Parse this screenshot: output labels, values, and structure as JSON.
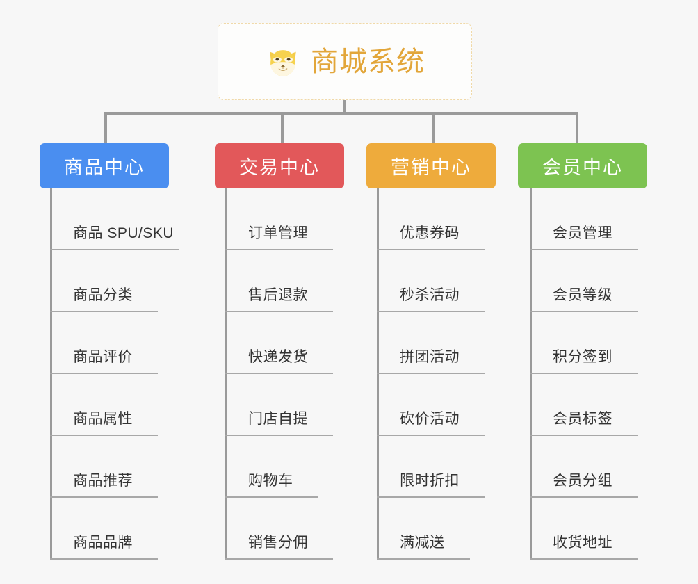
{
  "root": {
    "title": "商城系统",
    "icon": "shiba-dog-face-emoji",
    "text_color": "#e2a63a",
    "border_color": "#f0d9a8",
    "background": "#fdfdfc"
  },
  "canvas": {
    "background": "#f7f7f7",
    "connector_color": "#9a9a9a",
    "leaf_rule_color": "#a8a8a8",
    "leaf_text_color": "#333333"
  },
  "categories": [
    {
      "label": "商品中心",
      "color": "#4a8ef0",
      "width": 186,
      "items": [
        {
          "label": "商品 SPU/SKU",
          "rule_width": 186
        },
        {
          "label": "商品分类",
          "rule_width": 155
        },
        {
          "label": "商品评价",
          "rule_width": 155
        },
        {
          "label": "商品属性",
          "rule_width": 155
        },
        {
          "label": "商品推荐",
          "rule_width": 155
        },
        {
          "label": "商品品牌",
          "rule_width": 155
        }
      ]
    },
    {
      "label": "交易中心",
      "color": "#e2585a",
      "width": 186,
      "items": [
        {
          "label": "订单管理",
          "rule_width": 155
        },
        {
          "label": "售后退款",
          "rule_width": 155
        },
        {
          "label": "快递发货",
          "rule_width": 155
        },
        {
          "label": "门店自提",
          "rule_width": 155
        },
        {
          "label": "购物车",
          "rule_width": 134
        },
        {
          "label": "销售分佣",
          "rule_width": 155
        }
      ]
    },
    {
      "label": "营销中心",
      "color": "#eeab3c",
      "width": 186,
      "items": [
        {
          "label": "优惠券码",
          "rule_width": 155
        },
        {
          "label": "秒杀活动",
          "rule_width": 155
        },
        {
          "label": "拼团活动",
          "rule_width": 155
        },
        {
          "label": "砍价活动",
          "rule_width": 155
        },
        {
          "label": "限时折扣",
          "rule_width": 155
        },
        {
          "label": "满减送",
          "rule_width": 134
        }
      ]
    },
    {
      "label": "会员中心",
      "color": "#7dc351",
      "width": 186,
      "items": [
        {
          "label": "会员管理",
          "rule_width": 155
        },
        {
          "label": "会员等级",
          "rule_width": 155
        },
        {
          "label": "积分签到",
          "rule_width": 155
        },
        {
          "label": "会员标签",
          "rule_width": 155
        },
        {
          "label": "会员分组",
          "rule_width": 155
        },
        {
          "label": "收货地址",
          "rule_width": 155
        }
      ]
    }
  ]
}
